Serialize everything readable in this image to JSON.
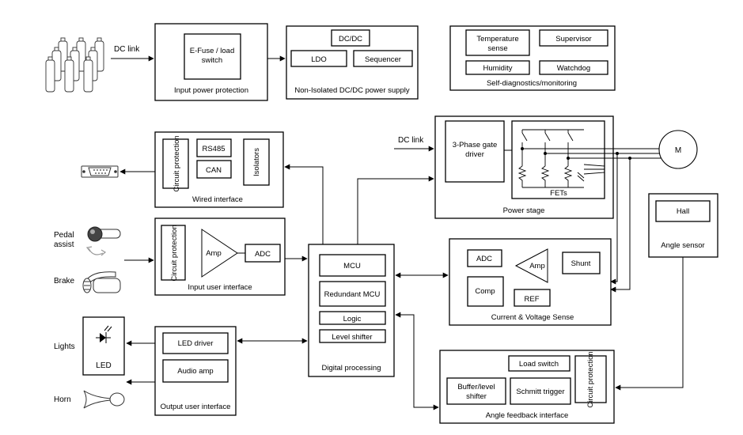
{
  "labels": {
    "dc_link_top": "DC link",
    "efuse_line1": "E-Fuse / load",
    "efuse_line2": "switch",
    "input_power_protection": "Input power protection",
    "dcdc": "DC/DC",
    "ldo": "LDO",
    "sequencer": "Sequencer",
    "nonisolated_supply": "Non-Isolated DC/DC power supply",
    "temp_line1": "Temperature",
    "temp_line2": "sense",
    "supervisor": "Supervisor",
    "humidity": "Humidity",
    "watchdog": "Watchdog",
    "self_diag": "Self-diagnostics/monitoring",
    "circuit_protection_a": "Circuit protection",
    "rs485": "RS485",
    "can": "CAN",
    "isolators": "Isolators",
    "wired_interface": "Wired interface",
    "pedal_line1": "Pedal",
    "pedal_line2": "assist",
    "brake": "Brake",
    "circuit_protection_b": "Circuit protection",
    "amp_in": "Amp",
    "adc_in": "ADC",
    "input_user_interface": "Input user interface",
    "dc_link_mid": "DC link",
    "gate_driver_line1": "3-Phase gate",
    "gate_driver_line2": "driver",
    "fets": "FETs",
    "power_stage": "Power stage",
    "motor": "M",
    "hall": "Hall",
    "angle_sensor": "Angle sensor",
    "mcu": "MCU",
    "redundant_mcu": "Redundant MCU",
    "logic": "Logic",
    "level_shifter": "Level shifter",
    "digital_processing": "Digital processing",
    "adc_cs": "ADC",
    "amp_cs": "Amp",
    "shunt": "Shunt",
    "comp": "Comp",
    "ref": "REF",
    "current_voltage_sense": "Current & Voltage Sense",
    "lights": "Lights",
    "led": "LED",
    "horn": "Horn",
    "led_driver": "LED driver",
    "audio_amp": "Audio amp",
    "output_user_interface": "Output user interface",
    "load_switch": "Load switch",
    "buffer_line1": "Buffer/level",
    "buffer_line2": "shifter",
    "schmitt_trigger": "Schmitt trigger",
    "circuit_protection_c": "Circuit protection",
    "angle_feedback_interface": "Angle feedback interface"
  }
}
